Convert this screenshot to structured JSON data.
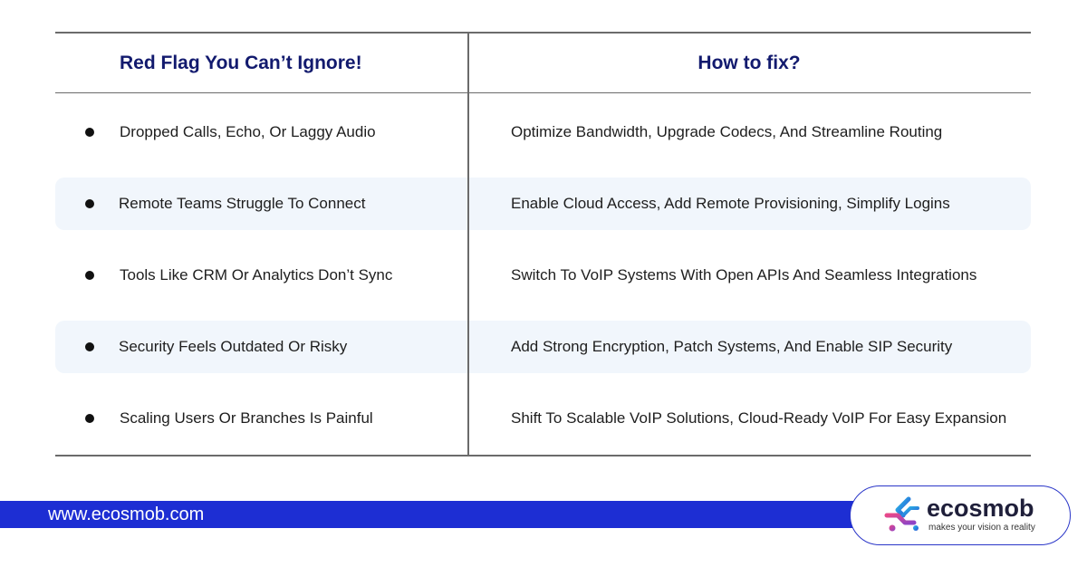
{
  "table": {
    "headers": {
      "left": "Red Flag You Can’t Ignore!",
      "right": "How to fix?"
    },
    "rows": [
      {
        "red_flag": "Dropped Calls, Echo, Or Laggy Audio",
        "fix": "Optimize Bandwidth, Upgrade Codecs, And Streamline Routing"
      },
      {
        "red_flag": "Remote Teams Struggle To Connect",
        "fix": "Enable Cloud Access, Add Remote Provisioning, Simplify Logins"
      },
      {
        "red_flag": "Tools Like CRM Or Analytics Don’t Sync",
        "fix": "Switch To VoIP Systems With Open APIs And Seamless Integrations"
      },
      {
        "red_flag": "Security Feels Outdated Or Risky",
        "fix": "Add Strong Encryption, Patch Systems, And Enable SIP Security"
      },
      {
        "red_flag": "Scaling Users Or Branches Is Painful",
        "fix": "Shift To Scalable VoIP Solutions, Cloud-Ready VoIP For Easy Expansion"
      }
    ]
  },
  "footer": {
    "website": "www.ecosmob.com"
  },
  "logo": {
    "name": "ecosmob",
    "tagline": "makes your vision a reality",
    "icon": "ecosmob-logo-icon"
  },
  "colors": {
    "header_text": "#121a6e",
    "accent_blue": "#1d2ed3",
    "row_shade": "#f1f6fc"
  }
}
